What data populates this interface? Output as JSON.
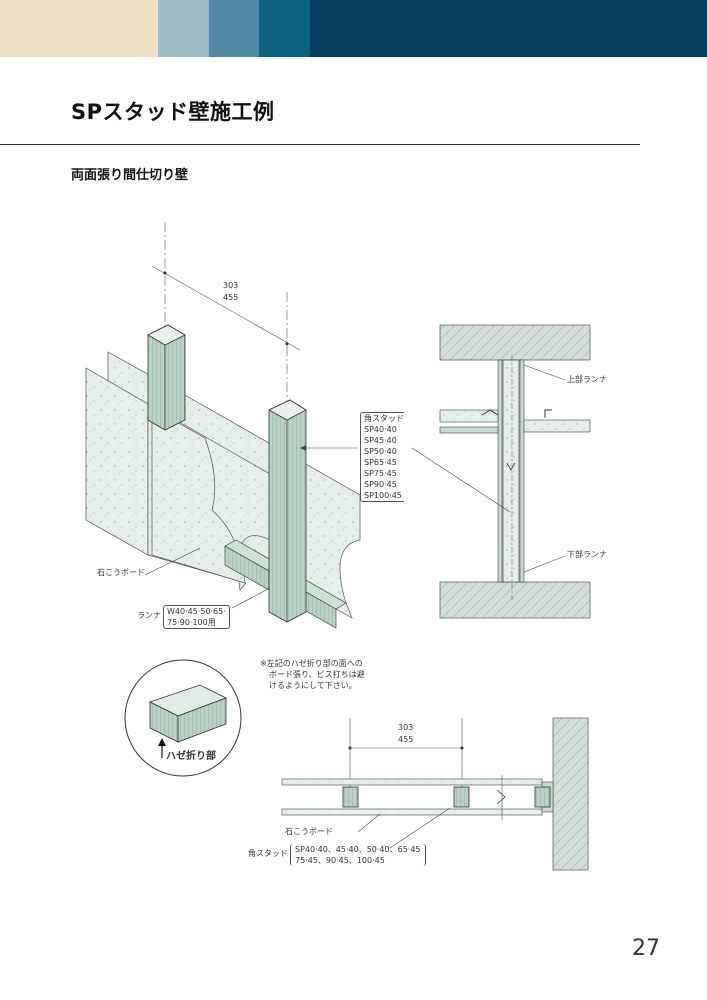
{
  "header": {
    "colors": [
      "#efdfc4",
      "#9dbac7",
      "#4e8aa6",
      "#0e6381",
      "#043e5e"
    ]
  },
  "page": {
    "title": "SPスタッド壁施工例",
    "subtitle": "両面張り間仕切り壁",
    "page_number": "27"
  },
  "iso_figure": {
    "spacing_top": "303",
    "spacing_bottom": "455",
    "stud_label": "角スタッド",
    "stud_sizes": [
      "SP40·40",
      "SP45·40",
      "SP50·40",
      "SP65·45",
      "SP75·45",
      "SP90·45",
      "SP100·45"
    ],
    "board_label": "石こうボード",
    "runner_label": "ランナ",
    "runner_sizes_1": "W40·45·50·65·",
    "runner_sizes_2": "75·90·100用"
  },
  "section_figure": {
    "upper_runner": "上部ランナ",
    "lower_runner": "下部ランナ"
  },
  "detail": {
    "fold_label": "ハゼ折り部",
    "note_1": "※左記のハゼ折り部の面への",
    "note_2": "ボード張り、ビス打ちは避",
    "note_3": "けるようにして下さい。"
  },
  "plan_figure": {
    "spacing_top": "303",
    "spacing_bottom": "455",
    "board_label": "石こうボード",
    "stud_label": "角スタッド",
    "stud_sizes_1": "SP40·40、45·40、50·40、65·45",
    "stud_sizes_2": "75·45、90·45、100·45"
  }
}
